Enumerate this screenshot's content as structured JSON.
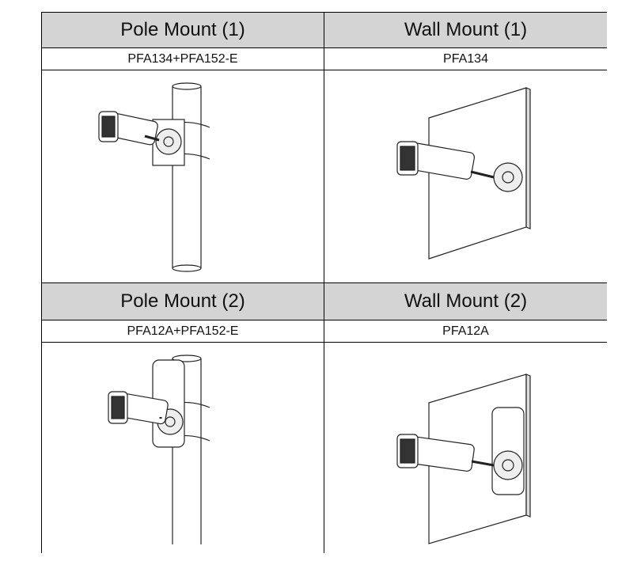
{
  "table": {
    "row1": {
      "left": {
        "header": "Pole Mount (1)",
        "model": "PFA134+PFA152-E"
      },
      "right": {
        "header": "Wall Mount (1)",
        "model": "PFA134"
      }
    },
    "row2": {
      "left": {
        "header": "Pole Mount (2)",
        "model": "PFA12A+PFA152-E"
      },
      "right": {
        "header": "Wall Mount (2)",
        "model": "PFA12A"
      }
    }
  },
  "colors": {
    "header_bg": "#d4d4d4",
    "border": "#000000"
  }
}
